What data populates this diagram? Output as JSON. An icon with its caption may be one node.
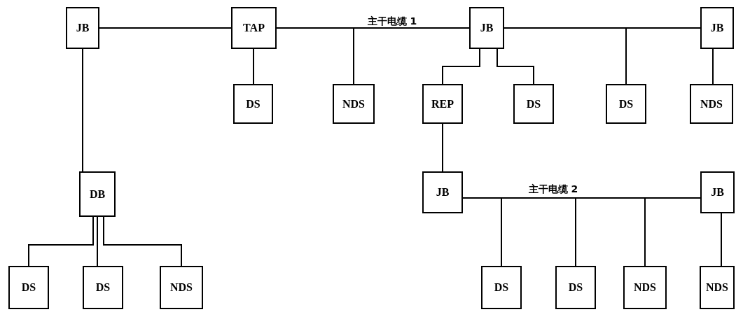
{
  "diagram": {
    "nodes": [
      {
        "text": [
          "JB"
        ]
      },
      {
        "text": [
          "TAP"
        ]
      },
      {
        "text": [
          "JB"
        ]
      },
      {
        "text": [
          "JB"
        ]
      },
      {
        "text": [
          "DS"
        ]
      },
      {
        "text": [
          "NDS"
        ]
      },
      {
        "text": [
          "REP"
        ]
      },
      {
        "text": [
          "DS"
        ]
      },
      {
        "text": [
          "DS"
        ]
      },
      {
        "text": [
          "NDS"
        ]
      },
      {
        "text": [
          "DB"
        ]
      },
      {
        "text": [
          "JB"
        ]
      },
      {
        "text": [
          "JB"
        ]
      },
      {
        "text": [
          "DS"
        ]
      },
      {
        "text": [
          "DS"
        ]
      },
      {
        "text": [
          "NDS"
        ]
      },
      {
        "text": [
          "DS"
        ]
      },
      {
        "text": [
          "DS"
        ]
      },
      {
        "text": [
          "NDS"
        ]
      },
      {
        "text": [
          "NDS"
        ]
      }
    ],
    "edges": [
      {
        "from": 0,
        "to": 1,
        "arrow": "none"
      },
      {
        "from": 1,
        "to": 2,
        "arrow": "none",
        "label": "主干电缆 1"
      },
      {
        "from": 1,
        "to": 4,
        "arrow": "none"
      },
      {
        "from": 1,
        "to": 5,
        "arrow": "none"
      },
      {
        "from": 2,
        "to": 3,
        "arrow": "none"
      },
      {
        "from": 2,
        "to": 6,
        "arrow": "none"
      },
      {
        "from": 2,
        "to": 7,
        "arrow": "none"
      },
      {
        "from": 2,
        "to": 8,
        "arrow": "none"
      },
      {
        "from": 3,
        "to": 9,
        "arrow": "none"
      },
      {
        "from": 0,
        "to": 10,
        "arrow": "none"
      },
      {
        "from": 10,
        "to": 13,
        "arrow": "none"
      },
      {
        "from": 10,
        "to": 14,
        "arrow": "none"
      },
      {
        "from": 10,
        "to": 15,
        "arrow": "none"
      },
      {
        "from": 6,
        "to": 11,
        "arrow": "none"
      },
      {
        "from": 11,
        "to": 12,
        "arrow": "none",
        "label": "主干电缆 2"
      },
      {
        "from": 11,
        "to": 16,
        "arrow": "none"
      },
      {
        "from": 11,
        "to": 17,
        "arrow": "none"
      },
      {
        "from": 11,
        "to": 18,
        "arrow": "none"
      },
      {
        "from": 12,
        "to": 19,
        "arrow": "none"
      }
    ]
  }
}
